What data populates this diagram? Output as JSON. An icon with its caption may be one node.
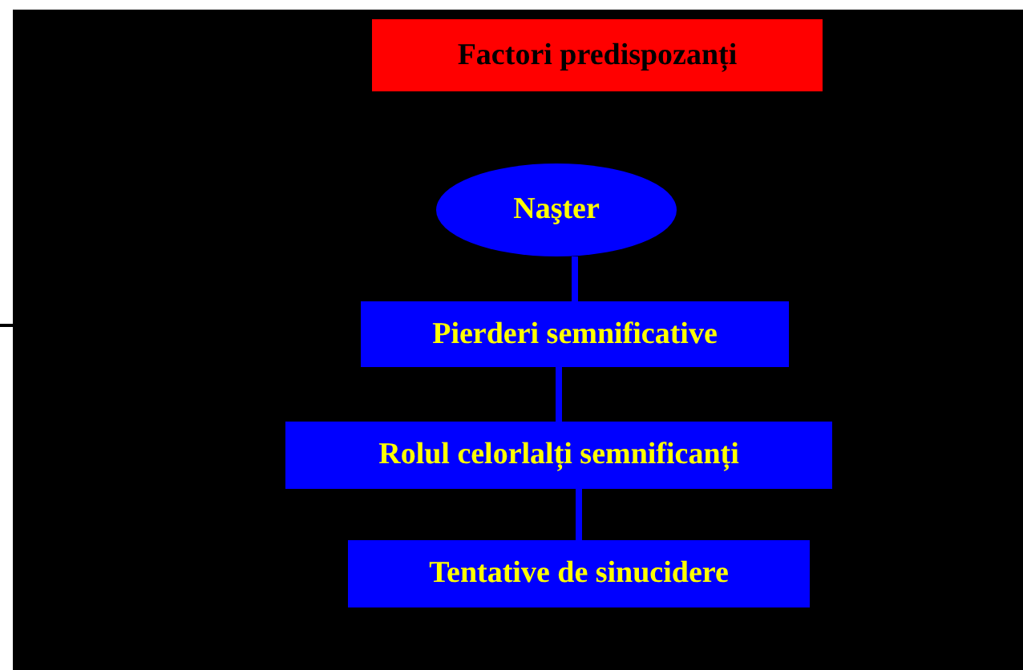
{
  "diagram": {
    "nodes": [
      {
        "text": [
          "Factori predispozanți"
        ]
      },
      {
        "text": [
          "Naşter"
        ]
      },
      {
        "text": [
          "Pierderi semnificative"
        ]
      },
      {
        "text": [
          "Rolul celorlalți semnificanți"
        ]
      },
      {
        "text": [
          "Tentative de sinucidere"
        ]
      }
    ],
    "edges": [
      {
        "from": 1,
        "to": 2,
        "arrow": "none"
      },
      {
        "from": 2,
        "to": 3,
        "arrow": "none"
      },
      {
        "from": 3,
        "to": 4,
        "arrow": "none"
      }
    ]
  }
}
